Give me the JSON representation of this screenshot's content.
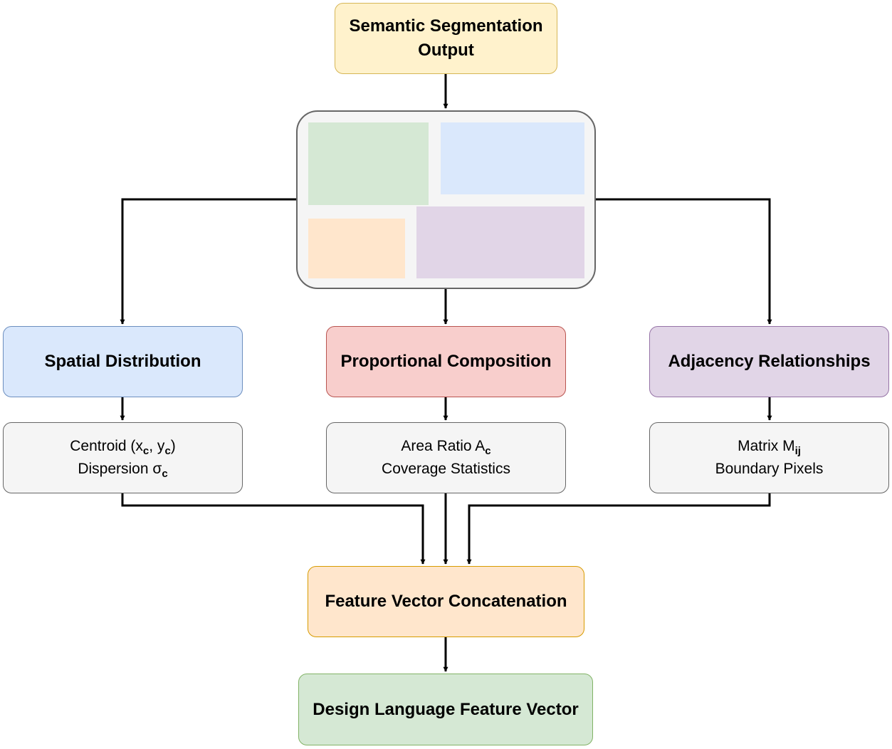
{
  "colors": {
    "connector": "#000000",
    "yellow_fill": "#fff2cc",
    "yellow_stroke": "#d6b656",
    "blue_fill": "#dae8fc",
    "blue_stroke": "#6c8ebf",
    "red_fill": "#f8cecc",
    "red_stroke": "#b85450",
    "purple_fill": "#e1d5e7",
    "purple_stroke": "#9673a6",
    "orange_fill": "#ffe6cc",
    "orange_stroke": "#d79b00",
    "green_fill": "#d5e8d4",
    "green_stroke": "#82b366",
    "gray_fill": "#f5f5f5",
    "gray_stroke": "#666666"
  },
  "input": {
    "line1": "Semantic Segmentation",
    "line2": "Output"
  },
  "categories": {
    "spatial": {
      "title": "Spatial Distribution"
    },
    "proportional": {
      "title": "Proportional Composition"
    },
    "adjacency": {
      "title": "Adjacency Relationships"
    }
  },
  "details": {
    "spatial": {
      "centroid_prefix": "Centroid (x",
      "sub_c1": "c",
      "centroid_mid": ", y",
      "sub_c2": "c",
      "centroid_suffix": ")",
      "dispersion_prefix": "Dispersion σ",
      "sub_c3": "c"
    },
    "proportional": {
      "area_prefix": "Area Ratio A",
      "sub_c": "c",
      "coverage": "Coverage Statistics"
    },
    "adjacency": {
      "matrix_prefix": "Matrix M",
      "sub_ij": "ij",
      "boundary": "Boundary Pixels"
    }
  },
  "concat": {
    "title": "Feature Vector Concatenation"
  },
  "output": {
    "title": "Design Language Feature Vector"
  }
}
